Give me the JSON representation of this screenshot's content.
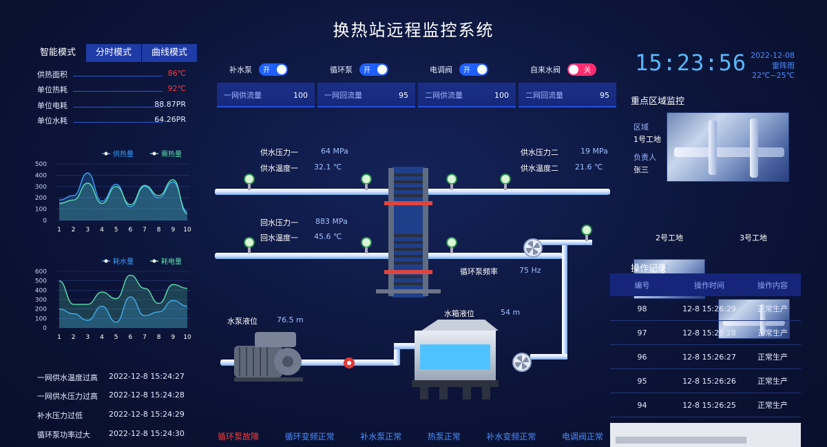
{
  "title": "换热站远程监控系统",
  "modes": [
    {
      "label": "智能模式",
      "active": true
    },
    {
      "label": "分时模式",
      "active": false
    },
    {
      "label": "曲线模式",
      "active": false
    }
  ],
  "stats": [
    {
      "label": "供热面积",
      "value": "86℃",
      "alert": true
    },
    {
      "label": "单位热耗",
      "value": "92℃",
      "alert": true
    },
    {
      "label": "单位电耗",
      "value": "88.87PR",
      "alert": false
    },
    {
      "label": "单位水耗",
      "value": "64.26PR",
      "alert": false
    }
  ],
  "chart_data": [
    {
      "type": "area",
      "categories": [
        "1",
        "2",
        "3",
        "4",
        "5",
        "6",
        "7",
        "8",
        "9",
        "10"
      ],
      "ylim": [
        0,
        500
      ],
      "yticks": [
        "500",
        "400",
        "300",
        "200",
        "100",
        "0"
      ],
      "series": [
        {
          "name": "供热量",
          "color": "#3aa0ff",
          "values": [
            180,
            220,
            420,
            170,
            320,
            120,
            300,
            200,
            340,
            80
          ]
        },
        {
          "name": "需热量",
          "color": "#5ee0b0",
          "values": [
            150,
            180,
            330,
            150,
            300,
            140,
            310,
            220,
            360,
            60
          ]
        }
      ]
    },
    {
      "type": "area",
      "categories": [
        "1",
        "2",
        "3",
        "4",
        "5",
        "6",
        "7",
        "8",
        "9",
        "10"
      ],
      "ylim": [
        0,
        600
      ],
      "yticks": [
        "600",
        "500",
        "400",
        "300",
        "200",
        "100",
        "0"
      ],
      "series": [
        {
          "name": "耗水量",
          "color": "#3aa0ff",
          "values": [
            200,
            150,
            80,
            230,
            60,
            330,
            130,
            170,
            290,
            230
          ]
        },
        {
          "name": "耗电量",
          "color": "#5ee0b0",
          "values": [
            500,
            250,
            250,
            380,
            310,
            560,
            420,
            260,
            460,
            420
          ]
        }
      ]
    }
  ],
  "alarms": [
    {
      "text": "一网供水温度过高",
      "time": "2022-12-8 15:24:27"
    },
    {
      "text": "一网供水压力过高",
      "time": "2022-12-8 15:24:28"
    },
    {
      "text": "补水压力过低",
      "time": "2022-12-8 15:24:29"
    },
    {
      "text": "循环泵功率过大",
      "time": "2022-12-8 15:24:30"
    }
  ],
  "switches": [
    {
      "label": "补水泵",
      "state": "开",
      "on": true
    },
    {
      "label": "循环泵",
      "state": "开",
      "on": true
    },
    {
      "label": "电调阀",
      "state": "开",
      "on": true
    },
    {
      "label": "自来水阀",
      "state": "关",
      "on": false
    }
  ],
  "flows": [
    {
      "label": "一网供流量",
      "value": "100"
    },
    {
      "label": "一网回流量",
      "value": "95"
    },
    {
      "label": "二网供流量",
      "value": "100"
    },
    {
      "label": "二网回流量",
      "value": "95"
    }
  ],
  "process": {
    "supply_pressure_1": {
      "label": "供水压力一",
      "value": "64 MPa"
    },
    "supply_temp_1": {
      "label": "供水温度一",
      "value": "32.1 ℃"
    },
    "supply_pressure_2": {
      "label": "供水压力二",
      "value": "19 MPa"
    },
    "supply_temp_2": {
      "label": "供水温度二",
      "value": "21.6 ℃"
    },
    "return_pressure_1": {
      "label": "回水压力一",
      "value": "883 MPa"
    },
    "return_temp_1": {
      "label": "回水温度一",
      "value": "45.6 ℃"
    },
    "pump_freq": {
      "label": "循环泵频率",
      "value": "75 Hz"
    },
    "pump_level": {
      "label": "水泵液位",
      "value": "76.5 m"
    },
    "tank_level": {
      "label": "水箱液位",
      "value": "54 m"
    }
  },
  "status_bar": [
    {
      "text": "循环泵故障",
      "color": "#ff3b3b"
    },
    {
      "text": "循环变频正常",
      "color": "#4b8cff"
    },
    {
      "text": "补水泵正常",
      "color": "#4b8cff"
    },
    {
      "text": "热泵正常",
      "color": "#4b8cff"
    },
    {
      "text": "补水变频正常",
      "color": "#4b8cff"
    },
    {
      "text": "电调阀正常",
      "color": "#4b8cff"
    }
  ],
  "clock": {
    "time": "15:23:56",
    "date": "2022-12-08",
    "weather": "雷阵雨 22℃~25℃"
  },
  "monitor": {
    "title": "重点区域监控",
    "area_label": "区域",
    "area_value": "1号工地",
    "owner_label": "负责人",
    "owner_value": "张三",
    "thumbs": [
      "2号工地",
      "3号工地"
    ]
  },
  "log": {
    "title": "操作记录",
    "headers": [
      "编号",
      "操作时间",
      "操作内容"
    ],
    "rows": [
      [
        "98",
        "12-8 15:26:29",
        "正常生产"
      ],
      [
        "97",
        "12-8 15:26:28",
        "正常生产"
      ],
      [
        "96",
        "12-8 15:26:27",
        "正常生产"
      ],
      [
        "95",
        "12-8 15:26:26",
        "正常生产"
      ],
      [
        "94",
        "12-8 15:26:25",
        "正常生产"
      ]
    ]
  }
}
